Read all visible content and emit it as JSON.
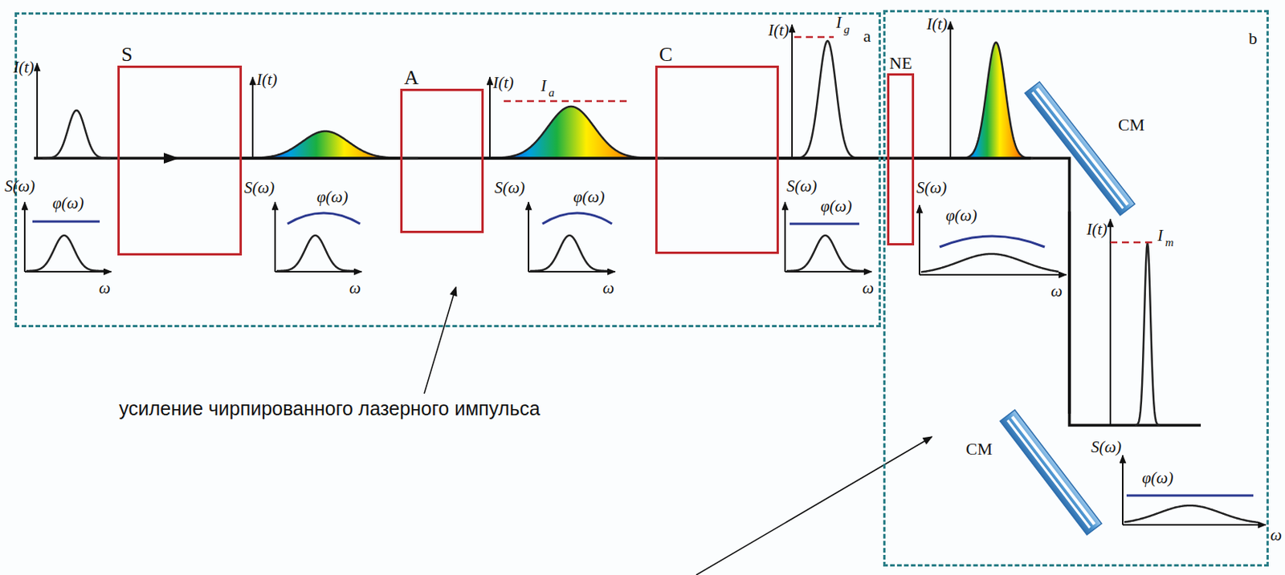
{
  "diagram": {
    "nodes": [
      {
        "text": [
          "a"
        ]
      },
      {
        "text": [
          "S"
        ],
        "in": 0
      },
      {
        "text": [
          "A"
        ],
        "in": 0
      },
      {
        "text": [
          "C"
        ],
        "in": 0
      },
      {
        "text": [
          "b"
        ]
      },
      {
        "text": [
          "NE"
        ],
        "in": 4
      },
      {
        "text": [
          "CM"
        ],
        "in": 4
      },
      {
        "text": [
          "CM"
        ],
        "in": 4
      }
    ],
    "edges": [
      {
        "from": 1,
        "to": 2,
        "arrow": "none"
      },
      {
        "from": 2,
        "to": 3,
        "arrow": "none"
      },
      {
        "from": 3,
        "to": 5,
        "arrow": "none"
      },
      {
        "from": 5,
        "to": 6,
        "arrow": "none"
      },
      {
        "from": 6,
        "to": 7,
        "arrow": "none"
      }
    ],
    "labels": [
      "I(t)",
      "I(t)",
      "I(t)",
      "I(t)",
      "I(t)",
      "I(t)",
      "S(ω)",
      "S(ω)",
      "S(ω)",
      "S(ω)",
      "S(ω)",
      "S(ω)",
      "φ(ω)",
      "φ(ω)",
      "φ(ω)",
      "φ(ω)",
      "φ(ω)",
      "φ(ω)",
      "ω",
      "ω",
      "ω",
      "ω",
      "ω",
      "ω",
      "I",
      "a",
      "I",
      "g",
      "I",
      "m",
      "усиление чирпированного лазерного импульса"
    ]
  }
}
